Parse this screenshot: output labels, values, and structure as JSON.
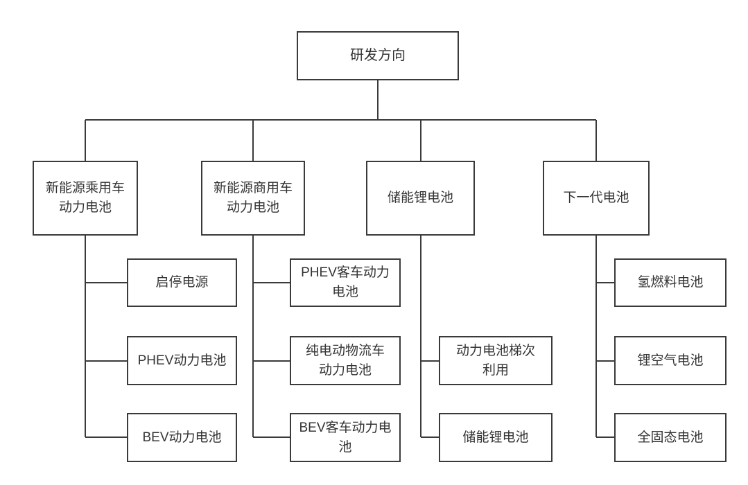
{
  "diagram": {
    "title": "研发方向",
    "root": {
      "label": "研发方向"
    },
    "branches": [
      {
        "label": "新能源乘用车\n动力电池",
        "children": [
          {
            "label": "启停电源"
          },
          {
            "label": "PHEV动力电池"
          },
          {
            "label": "BEV动力电池"
          }
        ]
      },
      {
        "label": "新能源商用车\n动力电池",
        "children": [
          {
            "label": "PHEV客车动力\n电池"
          },
          {
            "label": "纯电动物流车\n动力电池"
          },
          {
            "label": "BEV客车动力电\n池"
          }
        ]
      },
      {
        "label": "储能锂电池",
        "children": [
          {
            "label": "动力电池梯次\n利用"
          },
          {
            "label": "储能锂电池"
          }
        ]
      },
      {
        "label": "下一代电池",
        "children": [
          {
            "label": "氢燃料电池"
          },
          {
            "label": "锂空气电池"
          },
          {
            "label": "全固态电池"
          }
        ]
      }
    ],
    "colors": {
      "line": "#3a3a3a",
      "box_border": "#3a3a3a",
      "text": "#333333",
      "background": "#ffffff"
    }
  }
}
